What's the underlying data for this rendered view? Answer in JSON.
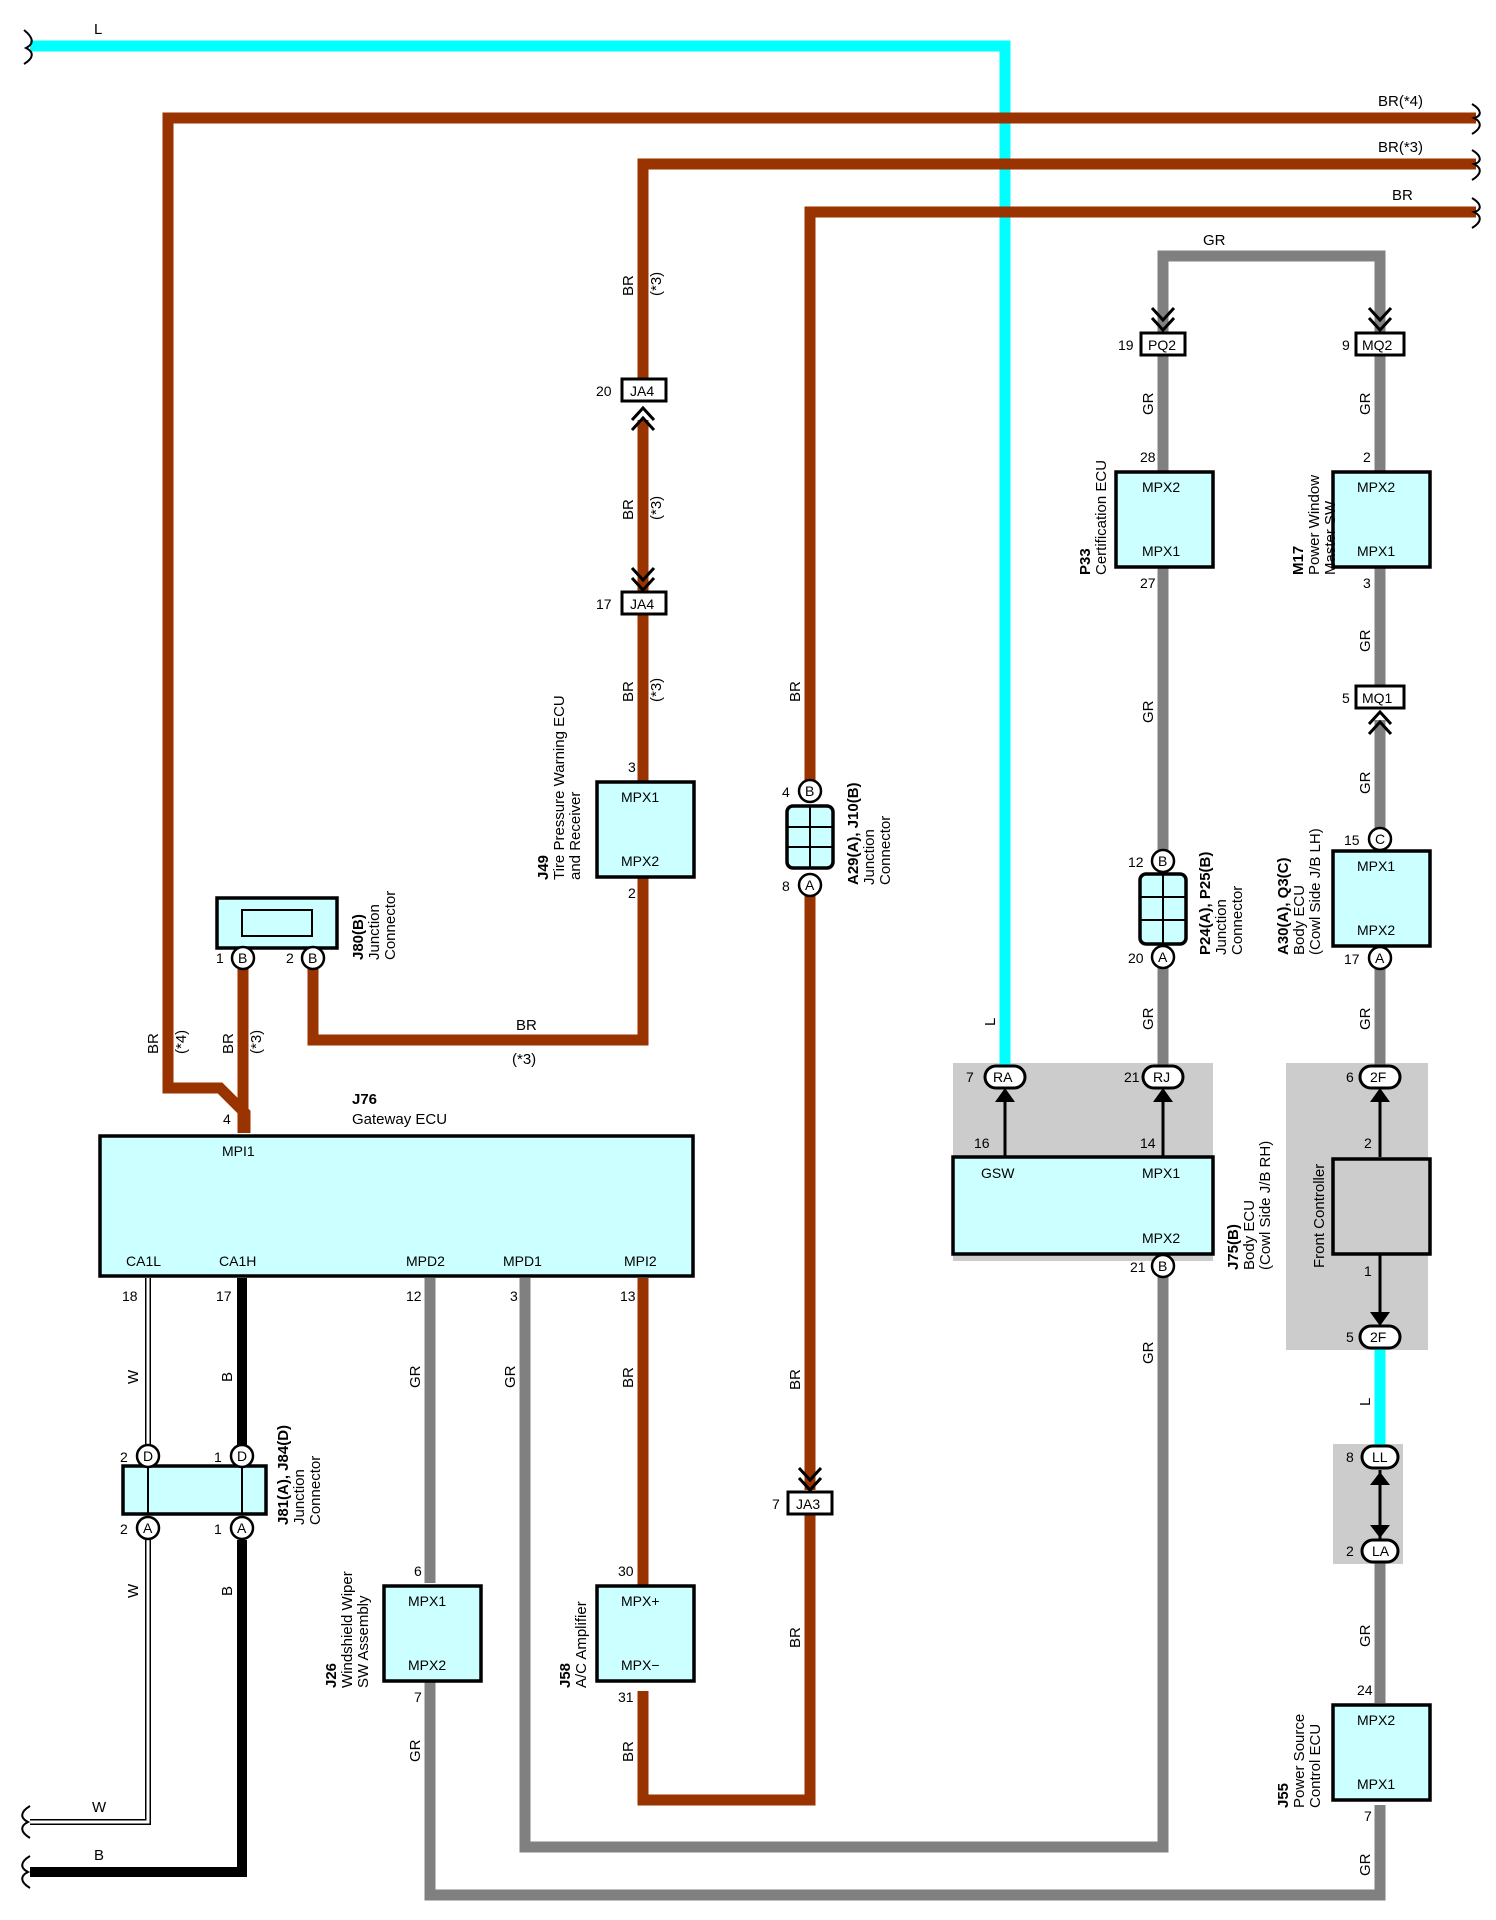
{
  "colors": {
    "L": "#00ffff",
    "BR": "#993300",
    "GR": "#808080",
    "B": "#000000",
    "W": "#ffffff",
    "ecu_fill": "#ccffff",
    "shade": "#cccccc"
  },
  "wire_labels": {
    "l_top": "L",
    "br4_top": "BR(*4)",
    "br3_top": "BR(*3)",
    "br_top": "BR",
    "gr_top": "GR",
    "br_tpw_a": "BR",
    "br_tpw_a_note": "(*3)",
    "br_tpw_b": "BR",
    "br_tpw_b_note": "(*3)",
    "br_tpw_c": "BR",
    "br_tpw_c_note": "(*3)",
    "br_left4": "BR",
    "br_left4_note": "(*4)",
    "br_left3": "BR",
    "br_left3_note": "(*3)",
    "br_j80": "BR",
    "br_j80_note": "(*3)",
    "br_a29_top": "BR",
    "br_a29_bot": "BR",
    "br_ja3": "BR",
    "gr_p33_top": "GR",
    "gr_p33_bot": "GR",
    "gr_p24": "GR",
    "gr_j75": "GR",
    "gr_m17_top": "GR",
    "gr_m17_mid": "GR",
    "gr_m17_low": "GR",
    "gr_a30": "GR",
    "l_fc": "L",
    "gr_j55_top": "GR",
    "gr_j55_bot": "GR",
    "l_gsw": "L",
    "w_a": "W",
    "w_b": "W",
    "w_bottom": "W",
    "b_a": "B",
    "b_b": "B",
    "b_bottom": "B",
    "gr_mpd2": "GR",
    "gr_mpd1": "GR",
    "gr_j26": "GR",
    "br_mpi2": "BR",
    "br_j58": "BR"
  },
  "components": {
    "j76": {
      "code": "J76",
      "name": "Gateway ECU",
      "t_mpi1": "MPI1",
      "t_ca1l": "CA1L",
      "t_ca1h": "CA1H",
      "t_mpd2": "MPD2",
      "t_mpd1": "MPD1",
      "t_mpi2": "MPI2",
      "p_mpi1": "4",
      "p_ca1l": "18",
      "p_ca1h": "17",
      "p_mpd2": "12",
      "p_mpd1": "3",
      "p_mpi2": "13"
    },
    "j49": {
      "code": "J49",
      "name1": "Tire Pressure Warning ECU",
      "name2": "and Receiver",
      "t1": "MPX1",
      "t2": "MPX2",
      "p1": "3",
      "p2": "2"
    },
    "j80": {
      "code": "J80(B)",
      "name1": "Junction",
      "name2": "Connector",
      "p1": "1",
      "p2": "2",
      "c1": "B",
      "c2": "B"
    },
    "a29": {
      "code": "A29(A), J10(B)",
      "name1": "Junction",
      "name2": "Connector",
      "p_top": "4",
      "p_bot": "8",
      "c_top": "B",
      "c_bot": "A"
    },
    "p33": {
      "code": "P33",
      "name": "Certification ECU",
      "t1": "MPX2",
      "t2": "MPX1",
      "p1": "28",
      "p2": "27"
    },
    "m17": {
      "code": "M17",
      "name1": "Power Window",
      "name2": "Master SW",
      "t1": "MPX2",
      "t2": "MPX1",
      "p1": "2",
      "p2": "3"
    },
    "p24": {
      "code": "P24(A), P25(B)",
      "name1": "Junction",
      "name2": "Connector",
      "p_top": "12",
      "p_bot": "20",
      "c_top": "B",
      "c_bot": "A"
    },
    "a30": {
      "code": "A30(A), Q3(C)",
      "name1": "Body ECU",
      "name2": "(Cowl Side J/B LH)",
      "t1": "MPX1",
      "t2": "MPX2",
      "p1": "15",
      "p2": "17",
      "c1": "C",
      "c2": "A"
    },
    "j75": {
      "code": "J75(B)",
      "name1": "Body ECU",
      "name2": "(Cowl Side J/B RH)",
      "t_gsw": "GSW",
      "t1": "MPX1",
      "t2": "MPX2",
      "p_gsw": "16",
      "p1": "14",
      "p2": "21",
      "c2": "B"
    },
    "fc": {
      "name": "Front Controller",
      "p_top": "2",
      "p_bot": "1"
    },
    "j81": {
      "code": "J81(A), J84(D)",
      "name1": "Junction",
      "name2": "Connector",
      "p_tl": "2",
      "p_tr": "1",
      "p_bl": "2",
      "p_br": "1",
      "c_tl": "D",
      "c_tr": "D",
      "c_bl": "A",
      "c_br": "A"
    },
    "j26": {
      "code": "J26",
      "name1": "Windshield Wiper",
      "name2": "SW Assembly",
      "t1": "MPX1",
      "t2": "MPX2",
      "p1": "6",
      "p2": "7"
    },
    "j58": {
      "code": "J58",
      "name": "A/C Amplifier",
      "t1": "MPX+",
      "t2": "MPX−",
      "p1": "30",
      "p2": "31"
    },
    "j55": {
      "code": "J55",
      "name1": "Power Source",
      "name2": "Control ECU",
      "t1": "MPX2",
      "t2": "MPX1",
      "p1": "24",
      "p2": "7"
    }
  },
  "connectors": {
    "ja4_top": {
      "name": "JA4",
      "pin": "20"
    },
    "ja4_bot": {
      "name": "JA4",
      "pin": "17"
    },
    "ja3": {
      "name": "JA3",
      "pin": "7"
    },
    "pq2": {
      "name": "PQ2",
      "pin": "19"
    },
    "mq2": {
      "name": "MQ2",
      "pin": "9"
    },
    "mq1": {
      "name": "MQ1",
      "pin": "5"
    },
    "ra": {
      "name": "RA",
      "pin": "7"
    },
    "rj": {
      "name": "RJ",
      "pin": "21"
    },
    "f2_top": {
      "name": "2F",
      "pin": "6"
    },
    "f2_bot": {
      "name": "2F",
      "pin": "5"
    },
    "ll": {
      "name": "LL",
      "pin": "8"
    },
    "la": {
      "name": "LA",
      "pin": "2"
    }
  }
}
